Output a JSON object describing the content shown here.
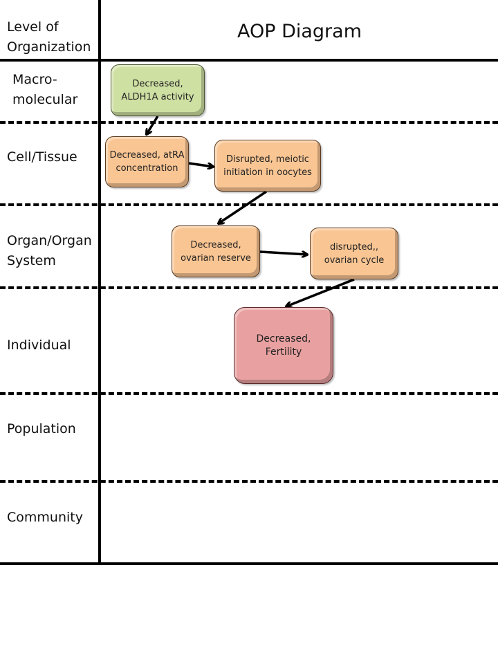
{
  "header": {
    "level_column_label": "Level of Organization",
    "diagram_title": "AOP Diagram"
  },
  "levels": [
    {
      "label": "Macro-molecular"
    },
    {
      "label": "Cell/Tissue"
    },
    {
      "label": "Organ/Organ System"
    },
    {
      "label": "Individual"
    },
    {
      "label": "Population"
    },
    {
      "label": "Community"
    }
  ],
  "nodes": [
    {
      "id": "mie",
      "type": "molecular-initiating-event",
      "level": "Macro-molecular",
      "line1": "Decreased,",
      "line2": "ALDH1A activity",
      "color": "#cfe0a3"
    },
    {
      "id": "ke1",
      "type": "key-event",
      "level": "Cell/Tissue",
      "line1": "Decreased, atRA",
      "line2": "concentration",
      "color": "#f9c593"
    },
    {
      "id": "ke2",
      "type": "key-event",
      "level": "Cell/Tissue",
      "line1": "Disrupted, meiotic",
      "line2": "initiation in oocytes",
      "color": "#f9c593"
    },
    {
      "id": "ke3",
      "type": "key-event",
      "level": "Organ/Organ System",
      "line1": "Decreased,",
      "line2": "ovarian reserve",
      "color": "#f9c593"
    },
    {
      "id": "ke4",
      "type": "key-event",
      "level": "Organ/Organ System",
      "line1": "disrupted,,",
      "line2": "ovarian cycle",
      "color": "#f9c593"
    },
    {
      "id": "ao",
      "type": "adverse-outcome",
      "level": "Individual",
      "line1": "Decreased,",
      "line2": "Fertility",
      "color": "#e8a0a0"
    }
  ],
  "edges": [
    {
      "from": "mie",
      "to": "ke1"
    },
    {
      "from": "ke1",
      "to": "ke2"
    },
    {
      "from": "ke2",
      "to": "ke3"
    },
    {
      "from": "ke3",
      "to": "ke4"
    },
    {
      "from": "ke4",
      "to": "ao"
    }
  ]
}
